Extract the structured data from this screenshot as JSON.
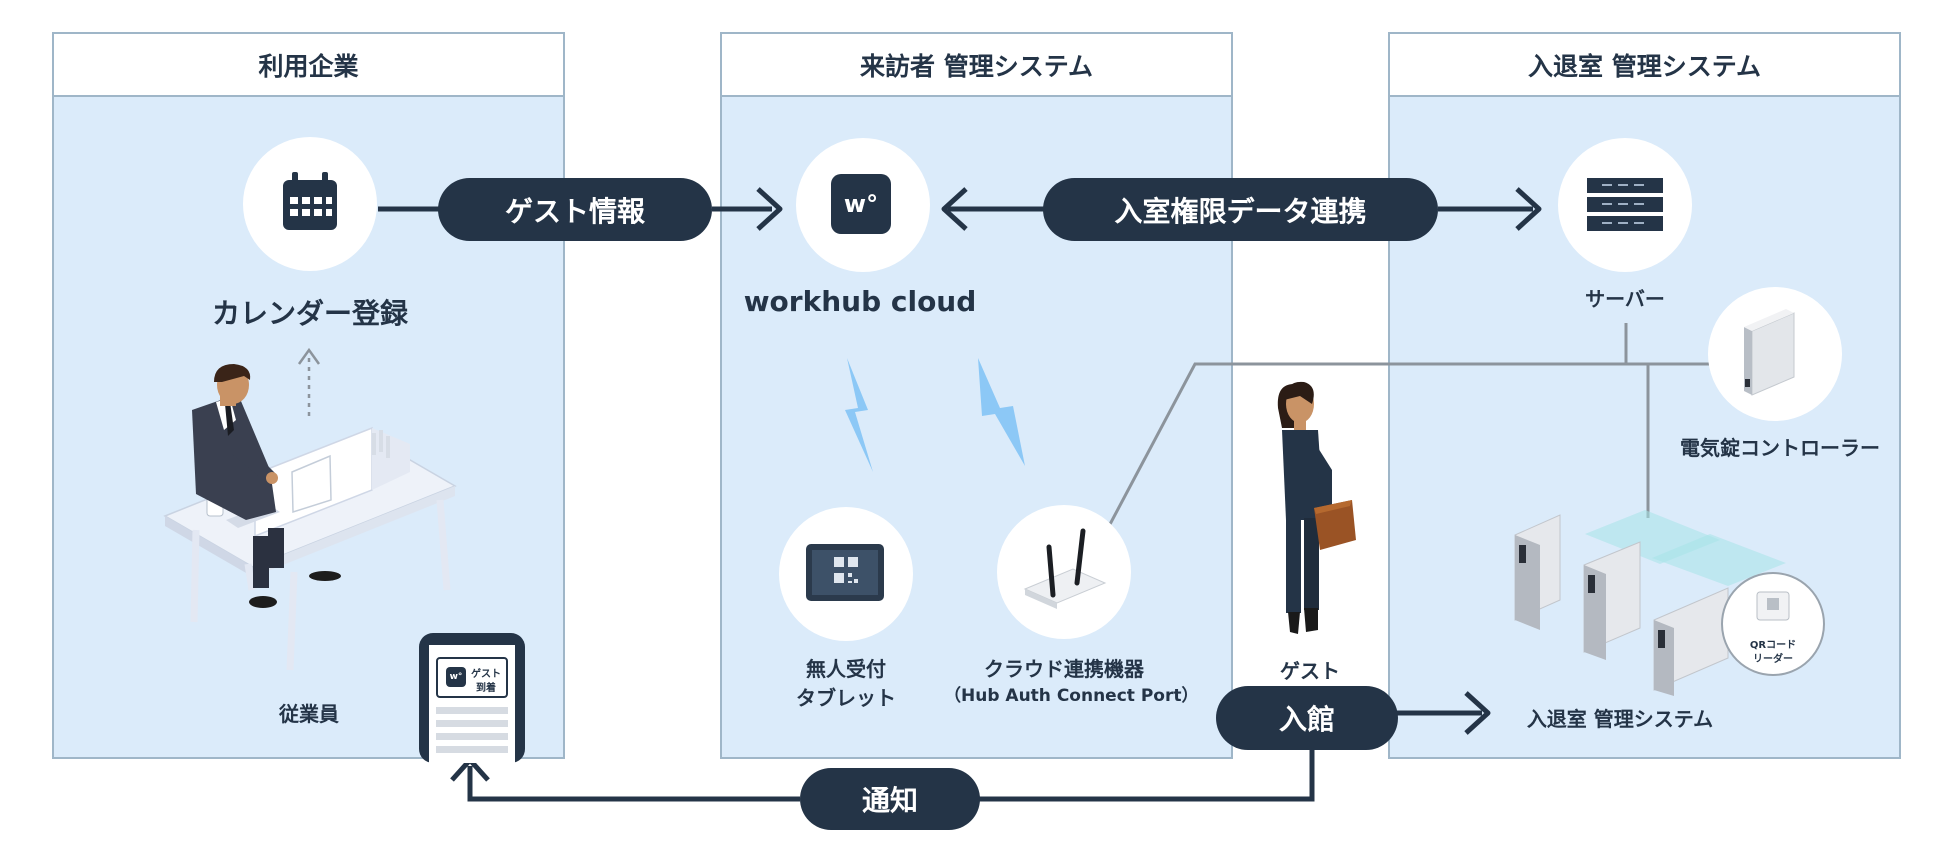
{
  "panels": {
    "company": "利用企業",
    "visitor": "来訪者 管理システム",
    "entry": "入退室 管理システム"
  },
  "pills": {
    "guest_info": "ゲスト情報",
    "access_sync": "入室権限データ連携",
    "entry": "入館",
    "notify": "通知"
  },
  "labels": {
    "calendar": "カレンダー登録",
    "workhub": "workhub cloud",
    "employee": "従業員",
    "tablet_line1": "無人受付",
    "tablet_line2": "タブレット",
    "device_line1": "クラウド連携機器",
    "device_line2": "（Hub Auth Connect Port）",
    "server": "サーバー",
    "lock_controller": "電気錠コントローラー",
    "guest": "ゲスト",
    "entry_system": "入退室 管理システム"
  },
  "phone": {
    "line1": "ゲスト",
    "line2": "到着",
    "app_glyph": "w°"
  },
  "app_logo": "w°",
  "qr_reader": {
    "line1": "QRコード",
    "line2": "リーダー"
  },
  "icons": [
    "calendar-icon",
    "workhub-logo-icon",
    "server-rack-icon",
    "lock-controller-icon",
    "tablet-qr-icon",
    "router-antenna-icon",
    "qr-reader-icon",
    "lightning-icon"
  ],
  "colors": {
    "panel_fill": "#dbebfa",
    "panel_border": "#9fb6c8",
    "navy": "#243447",
    "lightning": "#8cc8f6"
  }
}
